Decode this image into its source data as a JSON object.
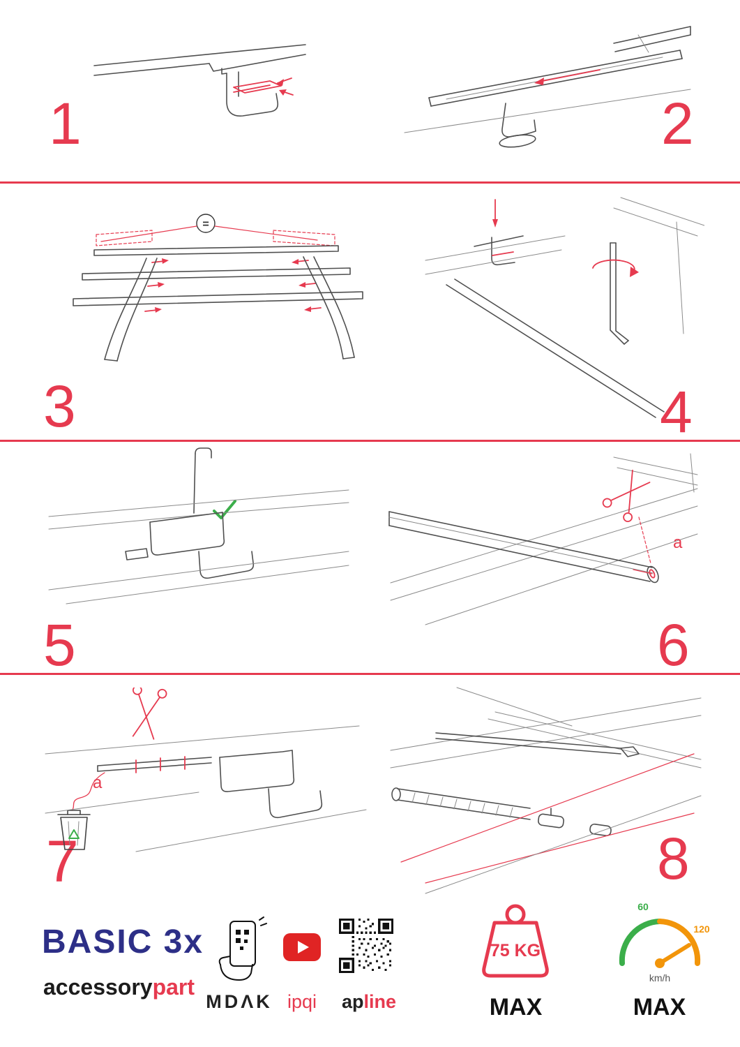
{
  "colors": {
    "accent_red": "#e63a4f",
    "brand_blue": "#2d2f87",
    "green": "#3bae4a",
    "orange": "#f2950a"
  },
  "steps": [
    {
      "number": "1"
    },
    {
      "number": "2"
    },
    {
      "number": "3",
      "equal_label": "="
    },
    {
      "number": "4"
    },
    {
      "number": "5"
    },
    {
      "number": "6",
      "cut_label": "a"
    },
    {
      "number": "7",
      "cut_label": "a"
    },
    {
      "number": "8"
    }
  ],
  "icons": {
    "scissors_icon": "scissors",
    "trash_recycle_icon": "trash-bin-with-recycle-arrows",
    "check_icon": "green-checkmark",
    "phone_qr_icon": "hand-holding-phone-scanning-qr",
    "youtube_icon": "youtube-play-button",
    "qr_code_icon": "qr-code",
    "weight_icon": "max-load-weight",
    "speedometer_icon": "max-speed-gauge"
  },
  "footer": {
    "brand": "BASIC 3x",
    "accessory": "accessory",
    "part": "part",
    "mdak": "MDΛK",
    "ipqi": "ipqi",
    "ap": "ap",
    "line": "line",
    "weight": {
      "value": "75 KG",
      "max": "MAX"
    },
    "speed": {
      "low": "60",
      "high": "120",
      "unit": "km/h",
      "max": "MAX"
    }
  }
}
